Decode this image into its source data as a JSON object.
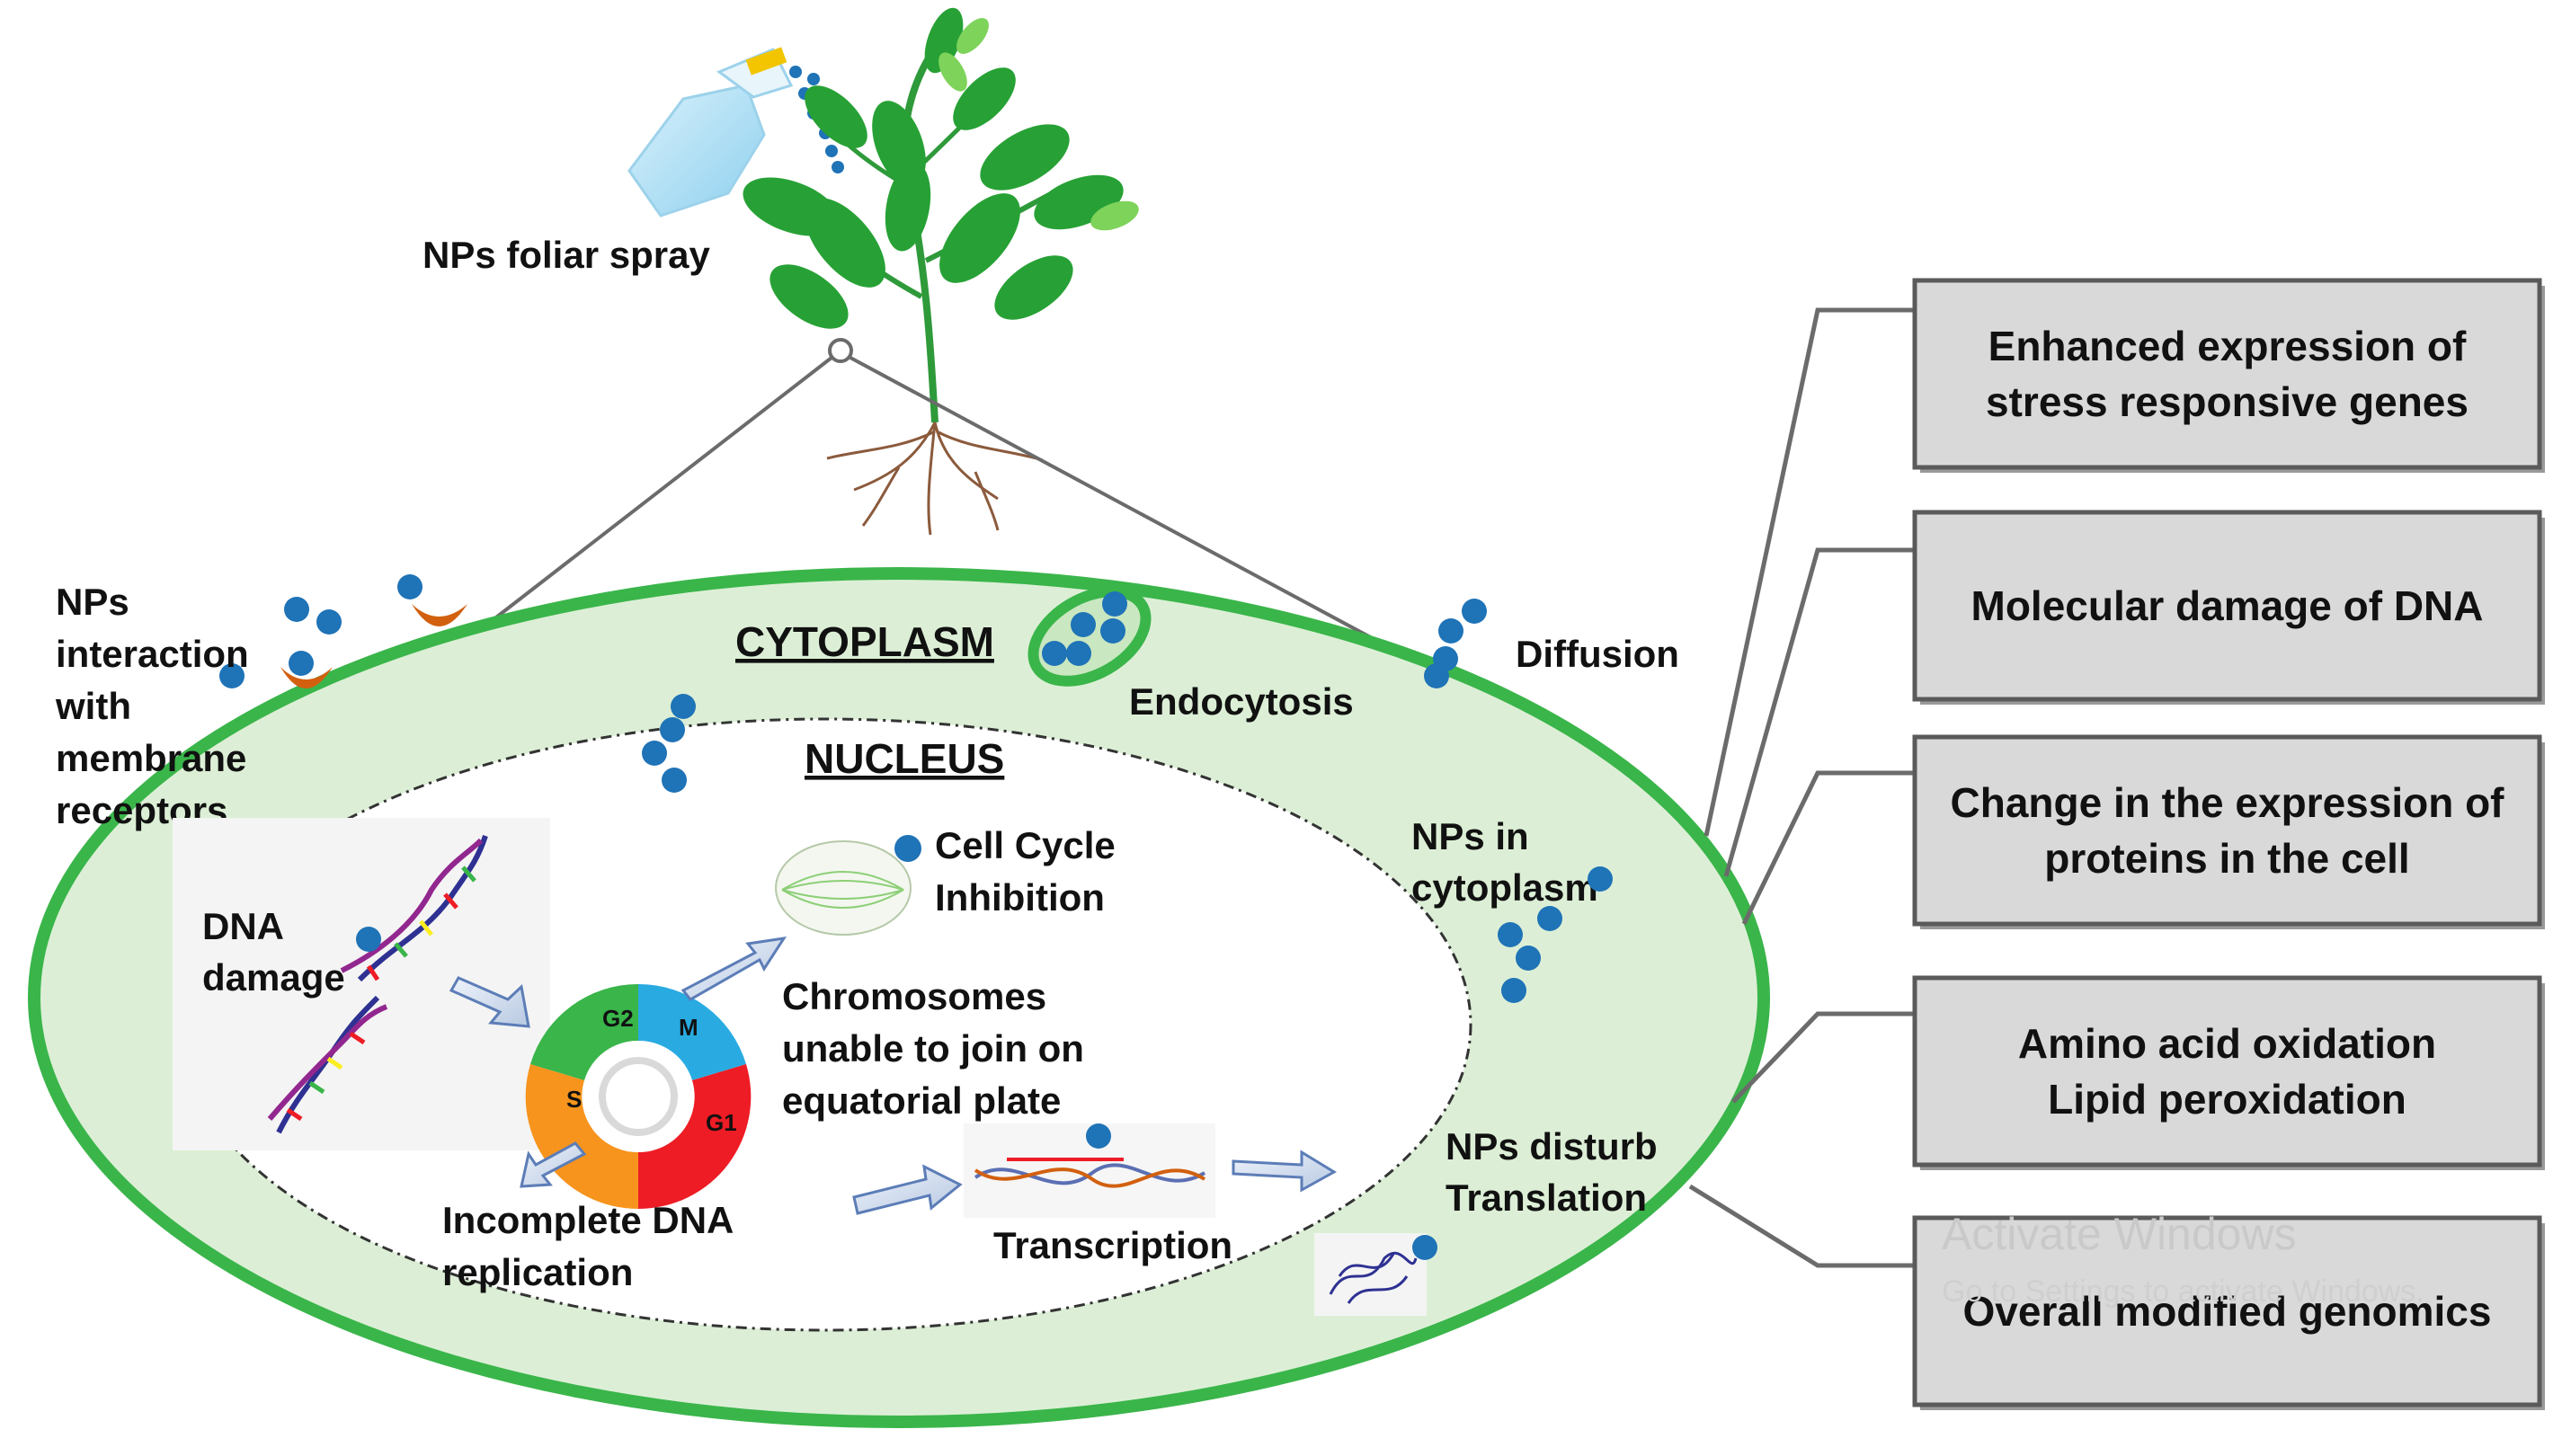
{
  "labels": {
    "foliar_spray": "NPs foliar spray",
    "membrane_receptors": [
      "NPs",
      "interaction",
      "with",
      "membrane",
      "receptors"
    ],
    "cytoplasm": "CYTOPLASM",
    "endocytosis": "Endocytosis",
    "diffusion": "Diffusion",
    "nucleus": "NUCLEUS",
    "cell_cycle_inhibition": [
      "Cell Cycle",
      "Inhibition"
    ],
    "dna_damage": [
      "DNA",
      "damage"
    ],
    "chromosomes": [
      "Chromosomes",
      "unable to join on",
      "equatorial plate"
    ],
    "np_in_cytoplasm": [
      "NPs in",
      "cytoplasm"
    ],
    "incomplete_dna": [
      "Incomplete DNA",
      "replication"
    ],
    "transcription": "Transcription",
    "np_disturb": [
      "NPs disturb",
      "Translation"
    ],
    "cycle_phases": [
      "G2",
      "M",
      "G1",
      "S"
    ]
  },
  "effects": [
    [
      "Enhanced expression of",
      "stress responsive genes"
    ],
    [
      "Molecular damage of DNA"
    ],
    [
      "Change in the expression of",
      "proteins in the cell"
    ],
    [
      "Amino acid oxidation",
      "Lipid peroxidation"
    ],
    [
      "Overall modified genomics"
    ]
  ],
  "watermark": {
    "line1": "Activate Windows",
    "line2": "Go to Settings to activate Windows."
  },
  "colors": {
    "cell_fill": "#dcefd6",
    "cell_border": "#3ab54a",
    "np_blue": "#1f73b7",
    "receptor_orange": "#d2600f",
    "box_fill": "#d9d9d9",
    "box_border": "#5a5a5a",
    "leaf_green": "#27a135",
    "g2_green": "#39b54a",
    "m_blue": "#29abe2",
    "g1_red": "#ee1c25",
    "s_orange": "#f7941d"
  }
}
